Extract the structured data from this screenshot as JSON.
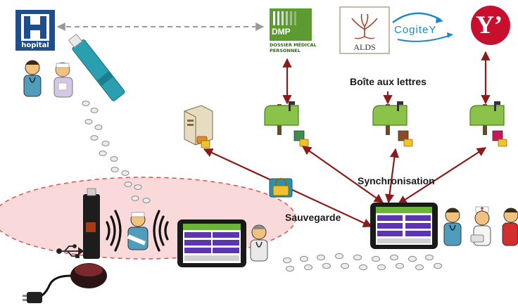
{
  "hospital": {
    "letter": "H",
    "label": "hopital"
  },
  "dmp": {
    "acronym": "DMP",
    "subtitle_line1": "DOSSIER MÉDICAL",
    "subtitle_line2": "PERSONNEL"
  },
  "alds": {
    "label": "ALDS"
  },
  "cogitey": {
    "label": "CogiteY"
  },
  "yellow_logo": {
    "mark": "Y’"
  },
  "labels": {
    "mailbox": "Boîte aux lettres",
    "sync": "Synchronisation",
    "backup": "Sauvegarde"
  },
  "colors": {
    "arrow": "#8b1a1a",
    "hospital_blue": "#1f4e8c",
    "dmp_green": "#5b9b2f",
    "cogitey_blue": "#1e88c7",
    "y_magenta": "#c8102e",
    "zone_fill": "#f9d9d9",
    "zone_border": "#d9534f",
    "mailbox_green": "#8bc34a"
  }
}
